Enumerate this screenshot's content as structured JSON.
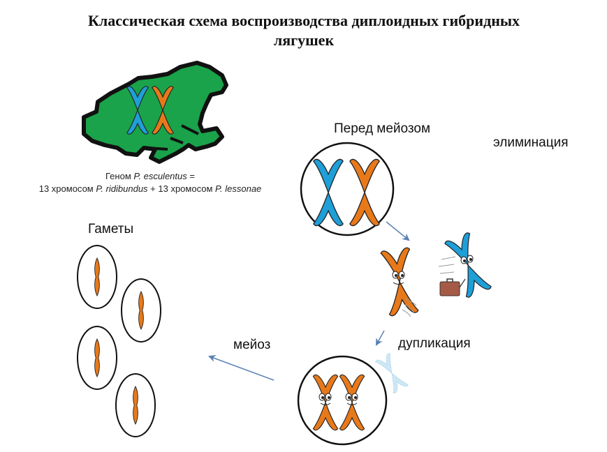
{
  "title": {
    "line1": "Классическая схема воспроизводства диплоидных гибридных",
    "line2": "лягушек"
  },
  "genome_caption": {
    "l1_pre": "Геном ",
    "l1_species": "P. esculentus",
    "l1_post": " =",
    "l2_pre": "13 хромосом ",
    "l2_species1": "P. ridibundus",
    "l2_mid": " + 13 хромосом ",
    "l2_species2": "P. lessonae"
  },
  "labels": {
    "before_meiosis": "Перед мейозом",
    "elimination": "элиминация",
    "gametes": "Гаметы",
    "meiosis": "мейоз",
    "duplication": "дупликация"
  },
  "colors": {
    "frog_green": "#1aa34a",
    "ridibundus_orange": "#e8791a",
    "lessonae_blue": "#1f9fd8",
    "arrow": "#5b82b5",
    "suitcase": "#a55a45"
  }
}
